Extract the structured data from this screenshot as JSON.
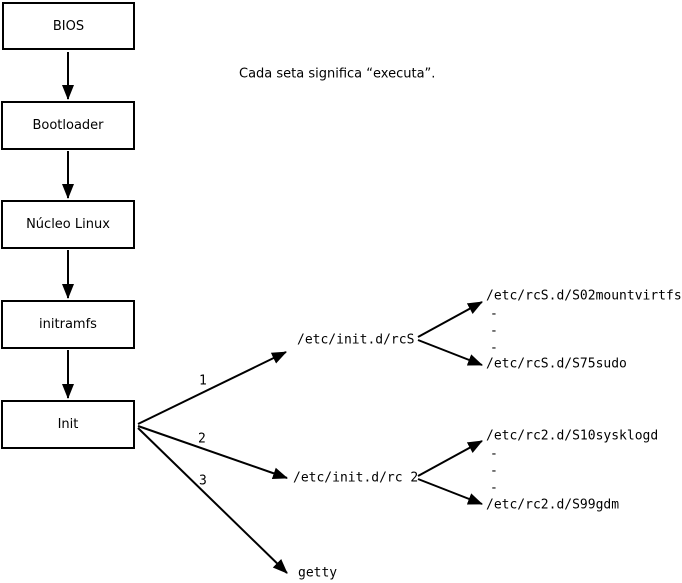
{
  "note": "Cada seta significa “executa”.",
  "boxes": [
    {
      "label": "BIOS"
    },
    {
      "label": "Bootloader"
    },
    {
      "label": "Núcleo Linux"
    },
    {
      "label": "initramfs"
    },
    {
      "label": "Init"
    }
  ],
  "arrow_labels": [
    "1",
    "2",
    "3"
  ],
  "rcS": {
    "path": "/etc/init.d/rcS",
    "first": "/etc/rcS.d/S02mountvirtfs",
    "dots": [
      "-",
      "-",
      "-"
    ],
    "last": "/etc/rcS.d/S75sudo"
  },
  "rc2": {
    "path": "/etc/init.d/rc 2",
    "first": "/etc/rc2.d/S10sysklogd",
    "dots": [
      "-",
      "-",
      "-"
    ],
    "last": "/etc/rc2.d/S99gdm"
  },
  "getty": "getty",
  "colors": {
    "line": "#000000",
    "box_fill": "#ffffff",
    "background": "#ffffff"
  }
}
